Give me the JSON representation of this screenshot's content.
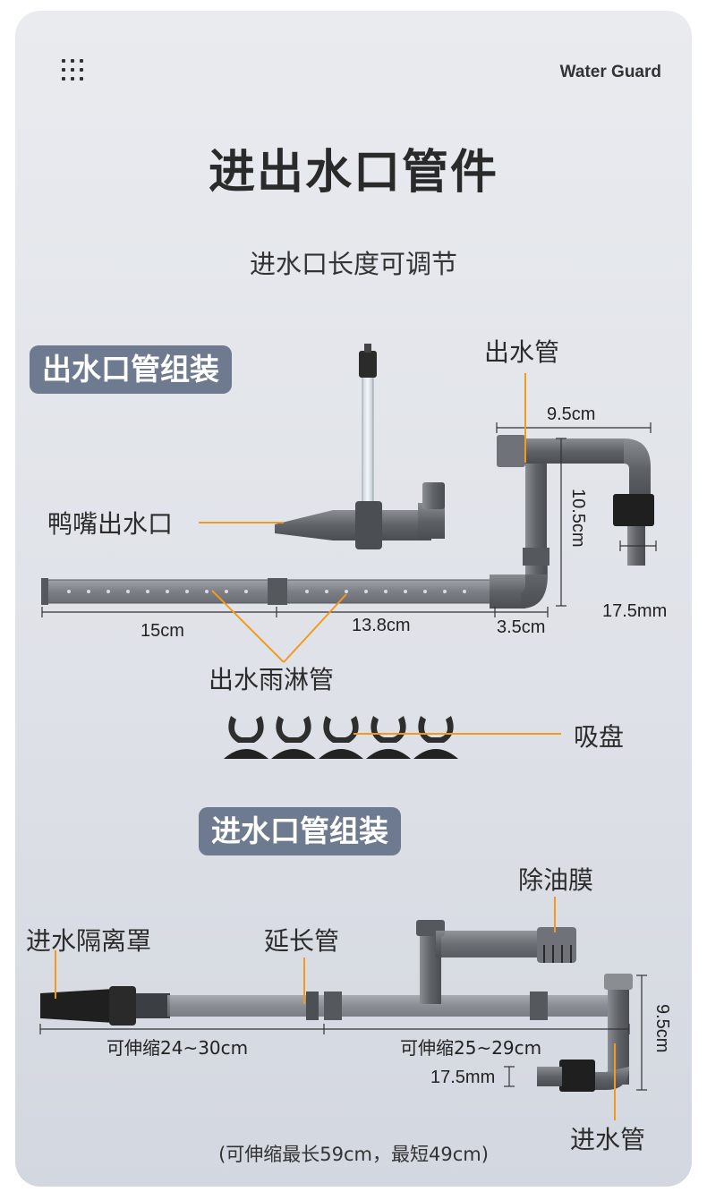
{
  "header": {
    "brand": "Water Guard",
    "title": "进出水口管件",
    "subtitle": "进水口长度可调节"
  },
  "outlet_section": {
    "tag": "出水口管组装",
    "labels": {
      "outlet_pipe": "出水管",
      "duckbill": "鸭嘴出水口",
      "spray_bar": "出水雨淋管",
      "suction_cup": "吸盘"
    },
    "dimensions": {
      "top_width": "9.5cm",
      "height": "10.5cm",
      "diameter": "17.5mm",
      "bar_a": "15cm",
      "bar_b": "13.8cm",
      "bar_c": "3.5cm"
    }
  },
  "inlet_section": {
    "tag": "进水口管组装",
    "labels": {
      "skimmer": "除油膜",
      "strainer": "进水隔离罩",
      "extension": "延长管",
      "inlet_pipe": "进水管"
    },
    "dimensions": {
      "left_range": "可伸缩24~30cm",
      "right_range": "可伸缩25~29cm",
      "height": "9.5cm",
      "diameter": "17.5mm"
    },
    "footnote": "(可伸缩最长59cm，最短49cm)"
  },
  "colors": {
    "card_bg": "#e3e6eb",
    "tag_bg": "#6d7a8f",
    "pipe_gray": "#6b6e73",
    "leader_orange": "#f39a1e"
  },
  "icons": [
    "grid-menu-icon"
  ]
}
